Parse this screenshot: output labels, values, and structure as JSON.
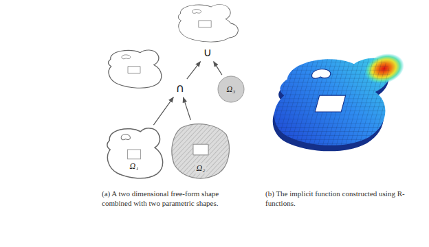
{
  "diagram": {
    "nodes": [
      {
        "text": [
          "∪"
        ]
      },
      {
        "text": [
          "∩"
        ]
      },
      {
        "text": [
          "Ω₃"
        ]
      },
      {
        "text": [
          "Ω₁"
        ]
      },
      {
        "text": [
          "Ω₂"
        ]
      }
    ],
    "edges": [
      {
        "from": 3,
        "to": 1,
        "arrow": "to"
      },
      {
        "from": 4,
        "to": 1,
        "arrow": "to"
      },
      {
        "from": 1,
        "to": 0,
        "arrow": "to"
      },
      {
        "from": 2,
        "to": 0,
        "arrow": "to"
      }
    ],
    "labels": [
      "(a) A two dimensional free-form shape combined with two parametric shapes.",
      "(b) The implicit function constructed using R-functions."
    ]
  }
}
